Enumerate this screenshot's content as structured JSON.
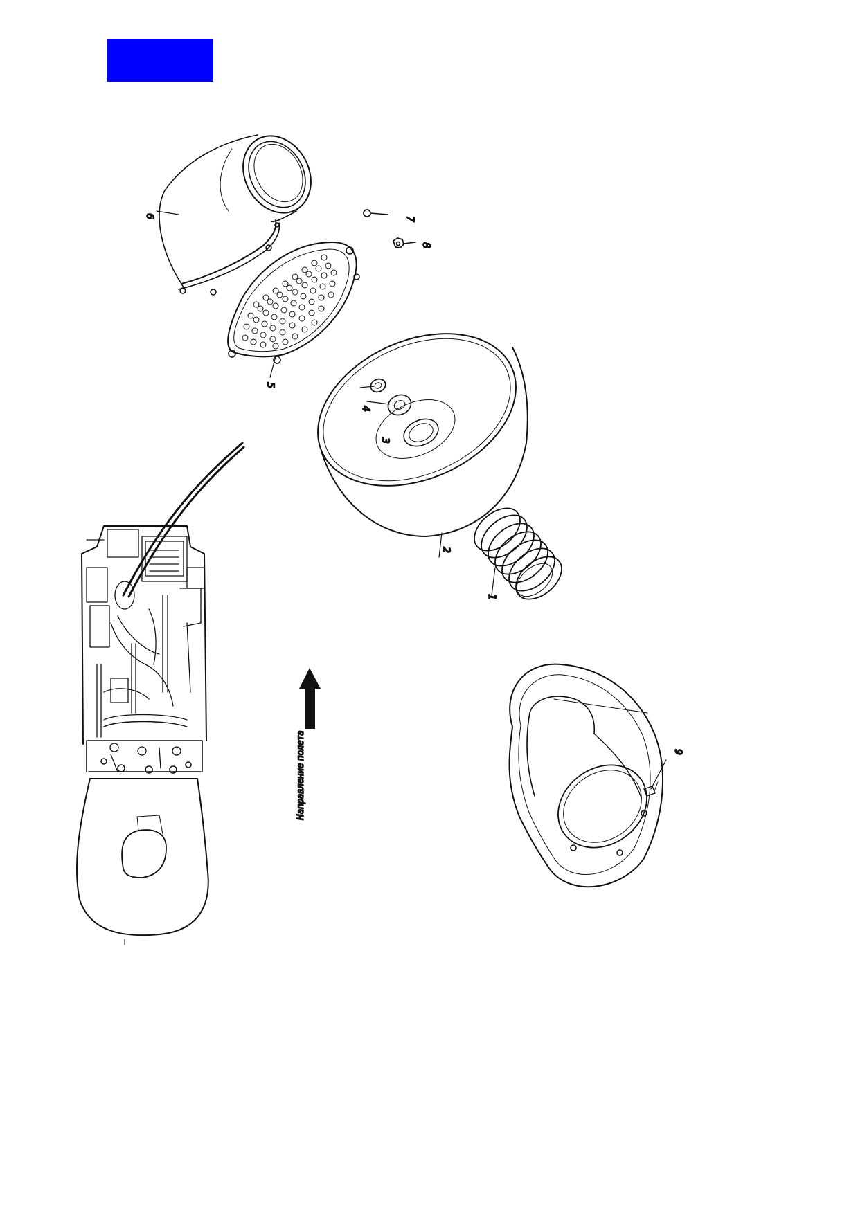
{
  "colors": {
    "marker": "#0000ff",
    "ink": "#111111",
    "background": "#ffffff"
  },
  "callouts": {
    "c1": "1",
    "c2": "2",
    "c3": "3",
    "c4": "4",
    "c5": "5",
    "c6": "6",
    "c7": "7",
    "c8": "8",
    "c9": "9"
  },
  "flight_direction": {
    "label": "Направление полета",
    "icon": "up-arrow-icon"
  }
}
